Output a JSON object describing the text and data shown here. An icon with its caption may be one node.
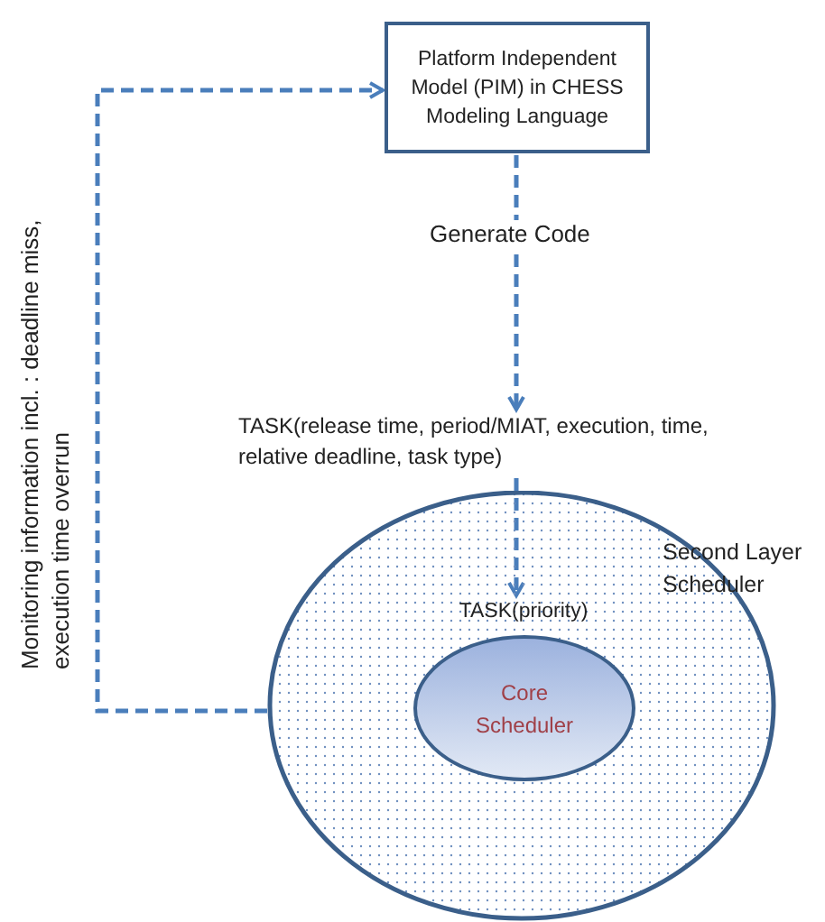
{
  "diagram": {
    "nodes": [
      {
        "text": [
          "Platform Independent Model (PIM) in CHESS Modeling Language"
        ]
      },
      {
        "text": [
          "TASK(release time,  period/MIAT,  execution, time, relative deadline, task type)"
        ]
      },
      {
        "text": [
          "Second Layer Scheduler"
        ]
      },
      {
        "text": [
          "TASK(priority)"
        ],
        "in": 2
      },
      {
        "text": [
          "Core Scheduler"
        ],
        "in": 2
      }
    ],
    "edges": [
      {
        "from": 0,
        "to": 1,
        "arrow": "to",
        "style": "dashed",
        "label": "Generate Code"
      },
      {
        "from": 1,
        "to": 3,
        "arrow": "to",
        "style": "dashed"
      },
      {
        "from": 2,
        "to": 0,
        "arrow": "to",
        "style": "dashed",
        "label": "Monitoring information incl. : deadline miss, execution time overrun"
      }
    ]
  }
}
